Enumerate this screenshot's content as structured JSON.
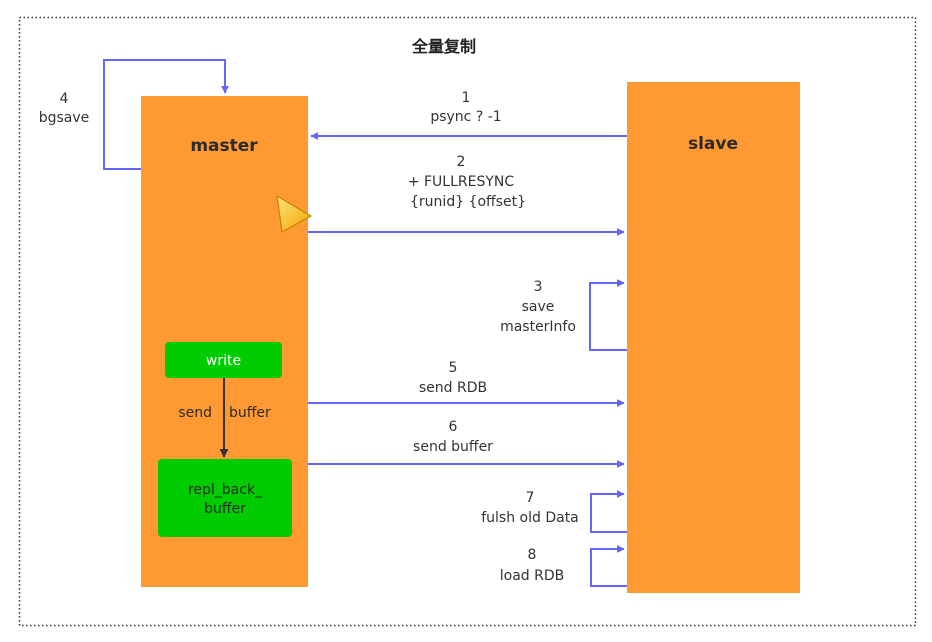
{
  "diagram": {
    "title": "全量复制",
    "colors": {
      "node_fill": "#FF9933",
      "inner_box_fill": "#00CC00",
      "arrow": "#6666FF",
      "inner_arrow": "#333333",
      "frame": "#333333"
    },
    "nodes": {
      "master": {
        "label": "master"
      },
      "slave": {
        "label": "slave"
      },
      "write": {
        "label": "write"
      },
      "repl_buffer": {
        "line1": "repl_back_",
        "line2": "buffer"
      }
    },
    "internal_edge": {
      "label_left": "send",
      "label_right": "buffer"
    },
    "steps": [
      {
        "id": "s1",
        "number": "1",
        "lines": [
          "psync ? -1"
        ]
      },
      {
        "id": "s2",
        "number": "2",
        "lines": [
          "+ FULLRESYNC",
          "{runid} {offset}"
        ]
      },
      {
        "id": "s3",
        "number": "3",
        "lines": [
          "save",
          "masterInfo"
        ]
      },
      {
        "id": "s4",
        "number": "4",
        "lines": [
          "bgsave"
        ]
      },
      {
        "id": "s5",
        "number": "5",
        "lines": [
          "send RDB"
        ]
      },
      {
        "id": "s6",
        "number": "6",
        "lines": [
          "send buffer"
        ]
      },
      {
        "id": "s7",
        "number": "7",
        "lines": [
          "fulsh old Data"
        ]
      },
      {
        "id": "s8",
        "number": "8",
        "lines": [
          "load RDB"
        ]
      }
    ],
    "icons": [
      "cursor-arrow-icon"
    ]
  }
}
